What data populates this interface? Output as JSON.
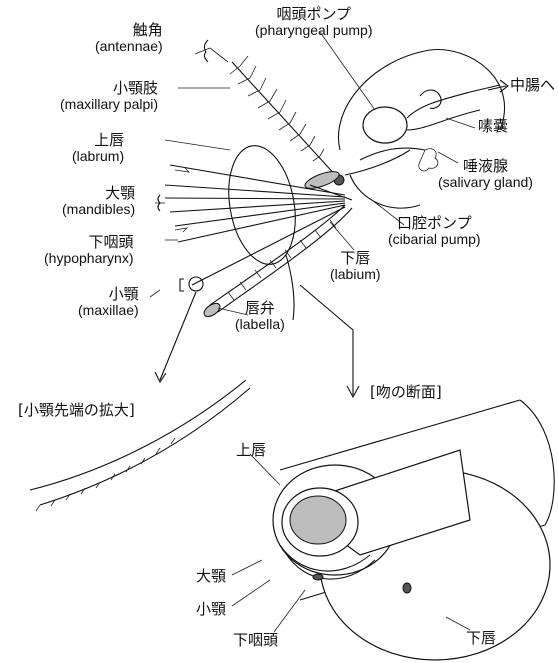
{
  "labels": {
    "antennae": {
      "ja": "触角",
      "en": "(antennae)"
    },
    "pharyngeal_pump": {
      "ja": "咽頭ポンプ",
      "en": "(pharyngeal pump)"
    },
    "midgut": {
      "ja": "中腸へ"
    },
    "maxillary_palpi": {
      "ja": "小顎肢",
      "en": "(maxillary palpi)"
    },
    "crop": {
      "ja": "嗉嚢"
    },
    "labrum": {
      "ja": "上唇",
      "en": "(labrum)"
    },
    "salivary_gland": {
      "ja": "唾液腺",
      "en": "(salivary gland)"
    },
    "mandibles": {
      "ja": "大顎",
      "en": "(mandibles)"
    },
    "cibarial_pump": {
      "ja": "口腔ポンプ",
      "en": "(cibarial pump)"
    },
    "hypopharynx": {
      "ja": "下咽頭",
      "en": "(hypopharynx)"
    },
    "labium": {
      "ja": "下唇",
      "en": "(labium)"
    },
    "maxillae": {
      "ja": "小顎",
      "en": "(maxillae)"
    },
    "labella": {
      "ja": "唇弁",
      "en": "(labella)"
    }
  },
  "inset_titles": {
    "maxilla_tip": "[小顎先端の拡大]",
    "proboscis_section": "[吻の断面]"
  },
  "cross_section_labels": {
    "labrum": "上唇",
    "mandibles": "大顎",
    "maxillae": "小顎",
    "hypopharynx": "下咽頭",
    "labium": "下唇"
  }
}
